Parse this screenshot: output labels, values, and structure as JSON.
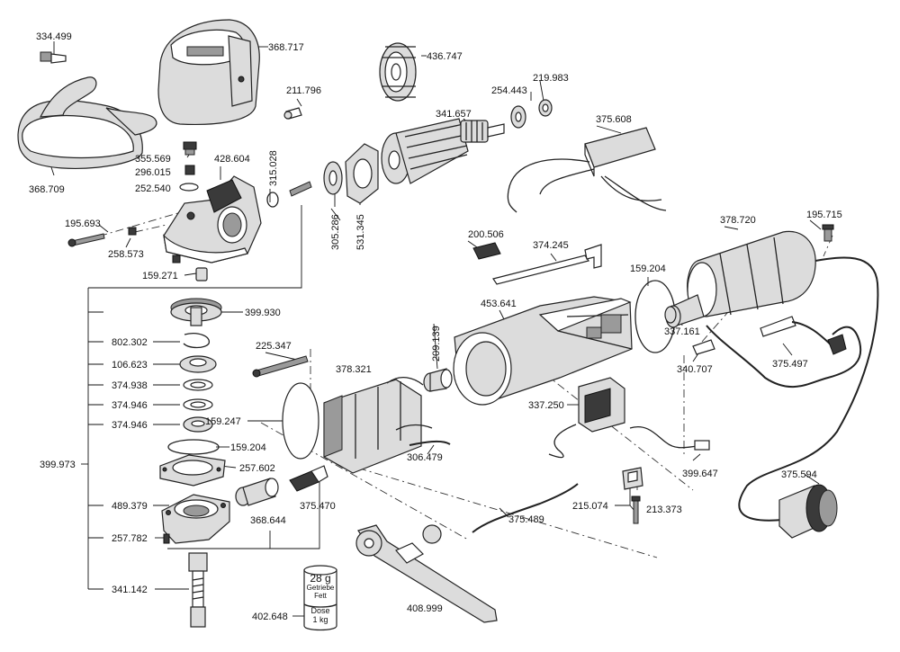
{
  "parts": {
    "p334499": "334.499",
    "p368717": "368.717",
    "p211796": "211.796",
    "p368709": "368.709",
    "p355569": "355.569",
    "p296015": "296.015",
    "p252540": "252.540",
    "p428604": "428.604",
    "p315028": "315.028",
    "p305286": "305.286",
    "p531345": "531.345",
    "p436747": "436.747",
    "p341657": "341.657",
    "p254443": "254.443",
    "p219983": "219.983",
    "p375608": "375.608",
    "p195693": "195.693",
    "p258573": "258.573",
    "p159271": "159.271",
    "p399930": "399.930",
    "p802302": "802.302",
    "p106623": "106.623",
    "p374938": "374.938",
    "p374946a": "374.946",
    "p374946b": "374.946",
    "p159204a": "159.204",
    "p257602": "257.602",
    "p399973": "399.973",
    "p489379": "489.379",
    "p257782": "257.782",
    "p341142": "341.142",
    "p402648": "402.648",
    "p368644": "368.644",
    "p375470": "375.470",
    "p408999": "408.999",
    "p225347": "225.347",
    "p378321": "378.321",
    "p209139": "209.139",
    "p159247": "159.247",
    "p306479": "306.479",
    "p453641": "453.641",
    "p200506": "200.506",
    "p374245": "374.245",
    "p159204b": "159.204",
    "p337250": "337.250",
    "p375489": "375.489",
    "p215074": "215.074",
    "p213373": "213.373",
    "p399647": "399.647",
    "p378720": "378.720",
    "p195715": "195.715",
    "p337161": "337.161",
    "p340707": "340.707",
    "p375497": "375.497",
    "p375594": "375.594"
  },
  "grease_can": {
    "weight": "28 g",
    "line1": "Getriebe",
    "line2": "Fett",
    "line3": "Dose",
    "line4": "1 kg"
  }
}
